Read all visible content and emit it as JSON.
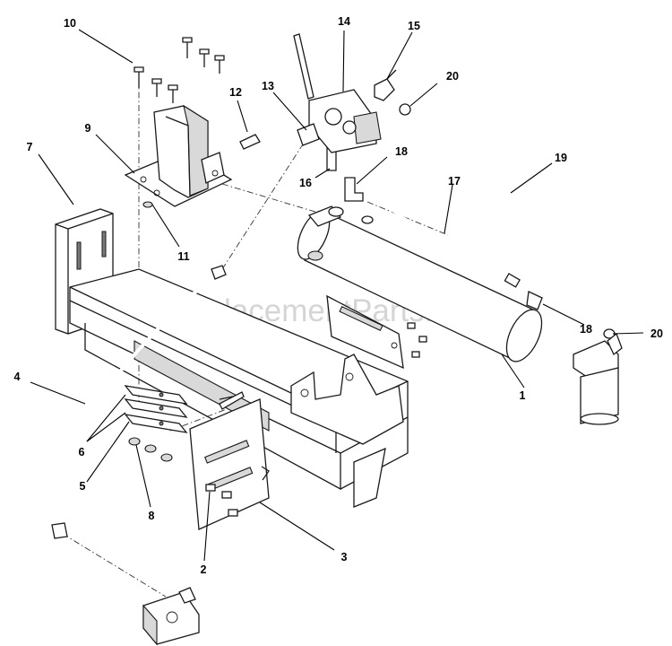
{
  "watermark": "eReplacementParts.com",
  "callouts": {
    "c1": "1",
    "c2": "2",
    "c3": "3",
    "c4": "4",
    "c5": "5",
    "c6": "6",
    "c7": "7",
    "c8": "8",
    "c9": "9",
    "c10": "10",
    "c11": "11",
    "c12": "12",
    "c13": "13",
    "c14": "14",
    "c15": "15",
    "c16": "16",
    "c17": "17",
    "c18a": "18",
    "c18b": "18",
    "c19": "19",
    "c20a": "20",
    "c20b": "20"
  }
}
